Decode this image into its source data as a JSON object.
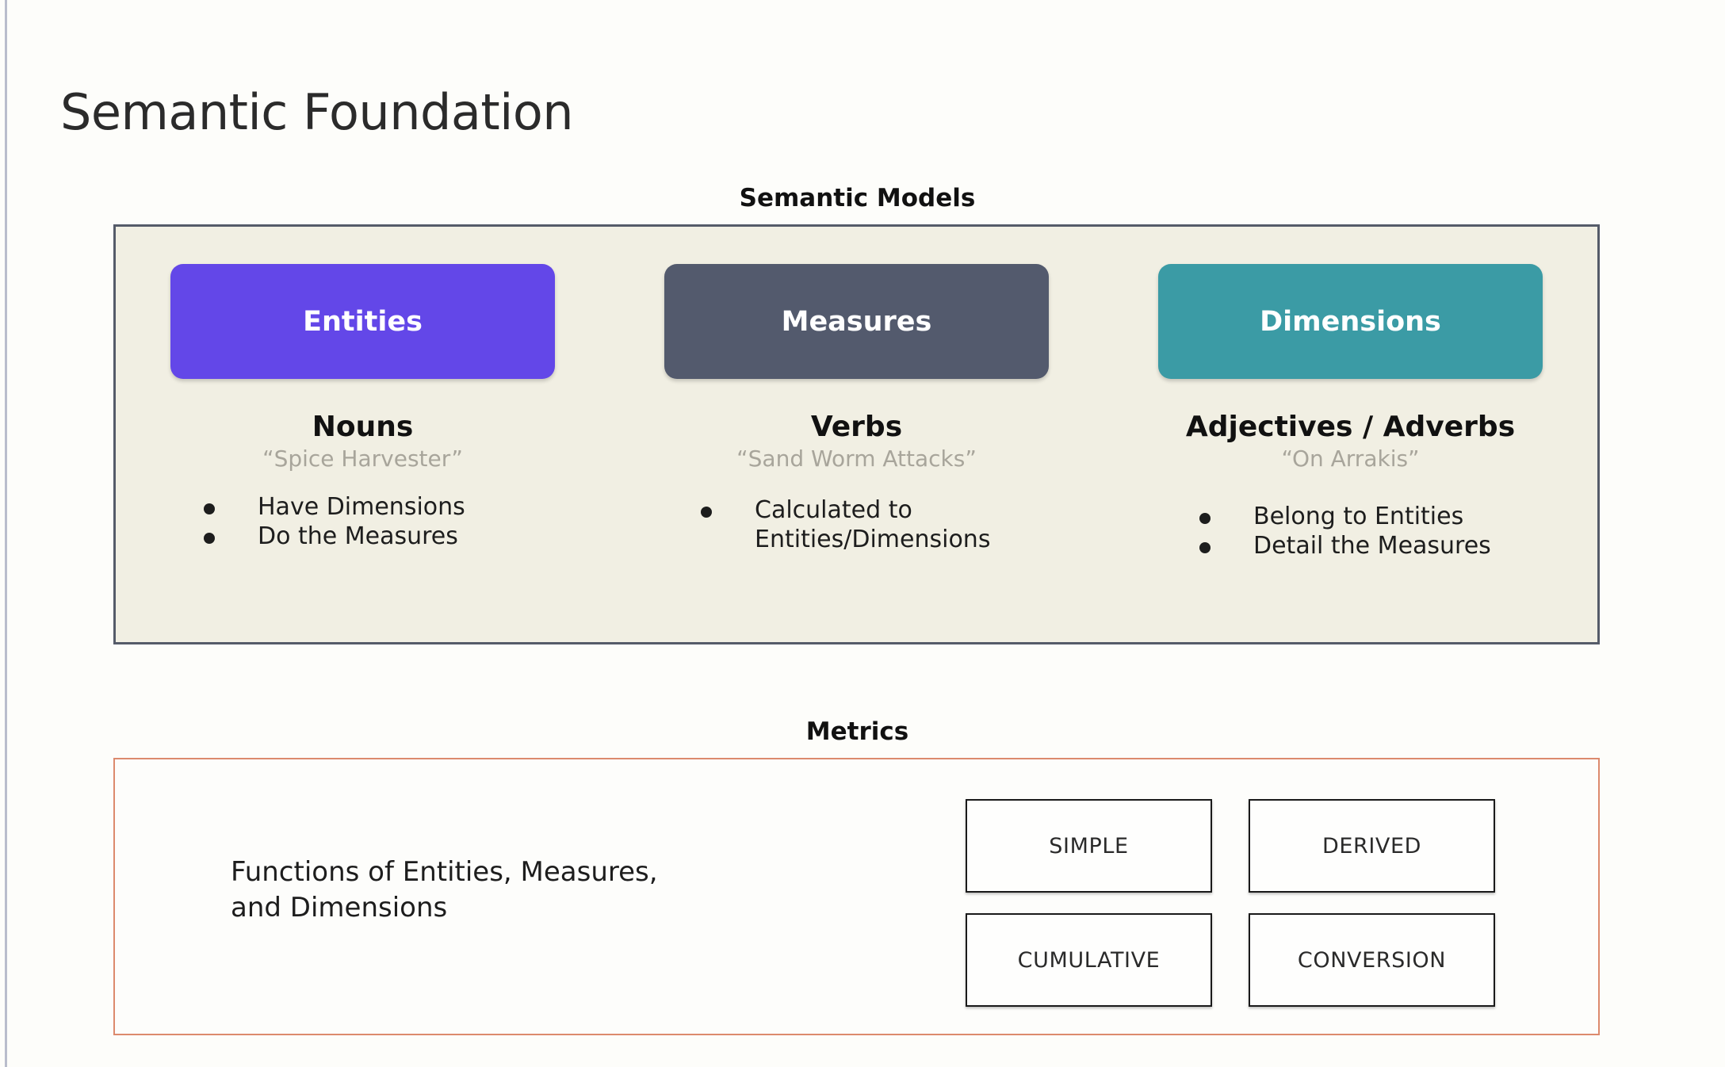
{
  "slide": {
    "title": "Semantic Foundation"
  },
  "semantic_models": {
    "caption": "Semantic Models",
    "panel_bg": "#f1efe3",
    "panel_border": "#555b69",
    "columns": [
      {
        "pill_label": "Entities",
        "pill_color": "#6347e8",
        "part_of_speech": "Nouns",
        "example": "“Spice Harvester”",
        "bullets": [
          "Have Dimensions",
          "Do the Measures"
        ]
      },
      {
        "pill_label": "Measures",
        "pill_color": "#535a6d",
        "part_of_speech": "Verbs",
        "example": "“Sand Worm Attacks”",
        "bullets": [
          "Calculated to\nEntities/Dimensions"
        ]
      },
      {
        "pill_label": "Dimensions",
        "pill_color": "#3b9ba5",
        "part_of_speech": "Adjectives / Adverbs",
        "example": "“On Arrakis”",
        "bullets": [
          "Belong to Entities",
          "Detail the Measures"
        ]
      }
    ]
  },
  "metrics": {
    "caption": "Metrics",
    "panel_border": "#dc8a6d",
    "description": "Functions of Entities, Measures,\nand Dimensions",
    "types": [
      "SIMPLE",
      "DERIVED",
      "CUMULATIVE",
      "CONVERSION"
    ]
  }
}
